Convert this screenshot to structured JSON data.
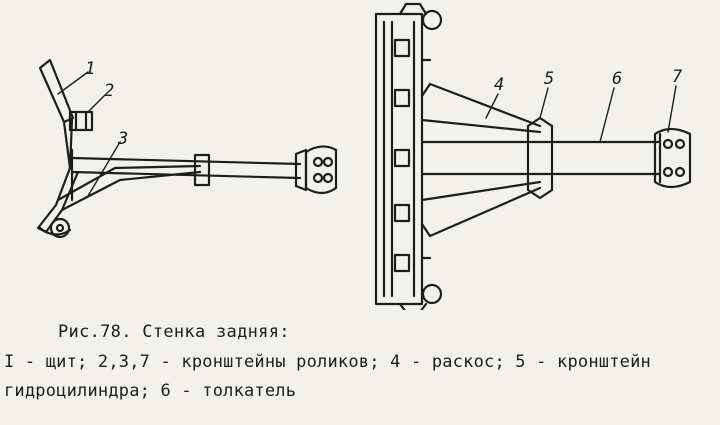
{
  "figure": {
    "callouts": [
      "1",
      "2",
      "3",
      "4",
      "5",
      "6",
      "7"
    ]
  },
  "caption": {
    "title": "Рис.78. Стенка задняя:",
    "line1": "I - щит; 2,3,7 - кронштейны роликов; 4 - раскос; 5 - кронштейн",
    "line2": "гидроцилиндра; 6 - толкатель"
  }
}
